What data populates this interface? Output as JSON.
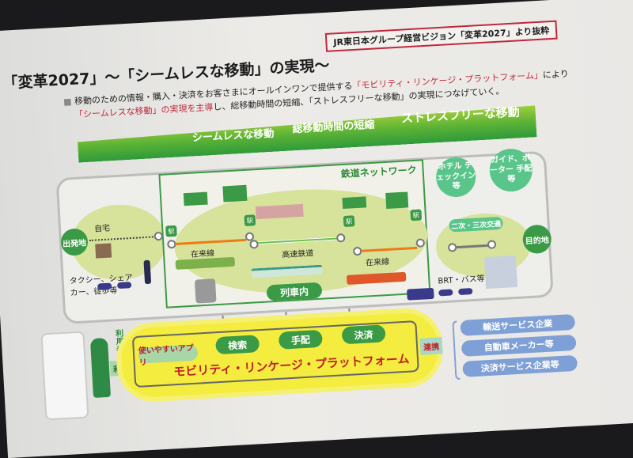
{
  "title": "「変革2027」～「シームレスな移動」の実現～",
  "source_note": "JR東日本グループ経営ビジョン「変革2027」より抜粋",
  "bullet": {
    "line1_a": "移動のための情報・購入・決済をお客さまにオールインワンで提供する",
    "line1_red": "「モビリティ・リンケージ・プラットフォーム」",
    "line1_b": "により",
    "line2_red": "「シームレスな移動」の実現を主導",
    "line2_b": "し、総移動時間の短縮、「ストレスフリーな移動」の実現につなげていく。"
  },
  "stages": [
    "シームレスな移動",
    "総移動時間の短縮",
    "ストレスフリーな移動"
  ],
  "diagram": {
    "origin": "出発地",
    "home": "自宅",
    "first_mile": "タクシー、シェアカー、徒歩等",
    "rail_network": "鉄道ネットワーク",
    "station": "駅",
    "conventional_line": "在来線",
    "high_speed": "高速鉄道",
    "on_train": "列車内",
    "hotel": "ホテル チェックイン 等",
    "guide": "ガイド、ポーター 手配等",
    "secondary": "二次・三次交通",
    "brt": "BRT・バス等",
    "destination": "目的地"
  },
  "platform": {
    "user": "利用者",
    "use": "利用",
    "app": "使いやすいアプリ",
    "functions": [
      "検索",
      "手配",
      "決済"
    ],
    "name": "モビリティ・リンケージ・プラットフォーム",
    "link": "連携"
  },
  "partners": [
    "輸送サービス企業",
    "自動車メーカー等",
    "決済サービス企業等"
  ],
  "colors": {
    "green": "#3b9a46",
    "red": "#c0283c",
    "yellow": "#f4ec3e",
    "blue": "#7fa0d6"
  }
}
